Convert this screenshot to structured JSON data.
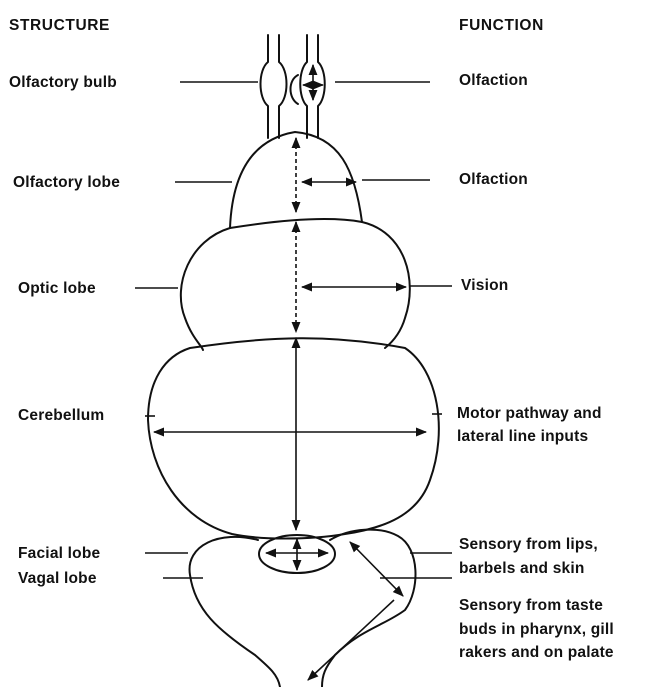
{
  "headers": {
    "structure": "STRUCTURE",
    "function": "FUNCTION"
  },
  "structures": [
    "Olfactory bulb",
    "Olfactory lobe",
    "Optic lobe",
    "Cerebellum",
    "Facial lobe",
    "Vagal lobe"
  ],
  "functions": [
    [
      "Olfaction"
    ],
    [
      "Olfaction"
    ],
    [
      "Vision"
    ],
    [
      "Motor pathway and",
      "lateral line inputs"
    ],
    [
      "Sensory from lips,",
      "barbels and skin"
    ],
    [
      "Sensory from taste",
      "buds in pharynx, gill",
      "rakers and on palate"
    ]
  ]
}
